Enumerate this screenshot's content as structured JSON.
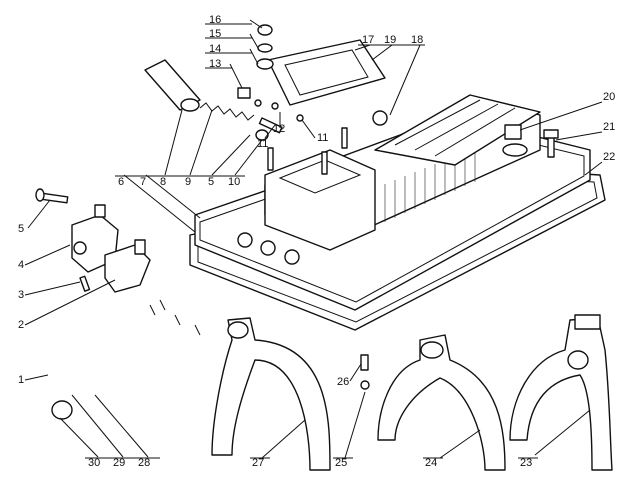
{
  "callouts": [
    {
      "id": "c1",
      "label": "1"
    },
    {
      "id": "c2",
      "label": "2"
    },
    {
      "id": "c3",
      "label": "3"
    },
    {
      "id": "c4",
      "label": "4"
    },
    {
      "id": "c5a",
      "label": "5"
    },
    {
      "id": "c5b",
      "label": "5"
    },
    {
      "id": "c6",
      "label": "6"
    },
    {
      "id": "c7",
      "label": "7"
    },
    {
      "id": "c8",
      "label": "8"
    },
    {
      "id": "c9",
      "label": "9"
    },
    {
      "id": "c10",
      "label": "10"
    },
    {
      "id": "c11a",
      "label": "11"
    },
    {
      "id": "c11b",
      "label": "11"
    },
    {
      "id": "c12",
      "label": "12"
    },
    {
      "id": "c13",
      "label": "13"
    },
    {
      "id": "c14",
      "label": "14"
    },
    {
      "id": "c15",
      "label": "15"
    },
    {
      "id": "c16",
      "label": "16"
    },
    {
      "id": "c17",
      "label": "17"
    },
    {
      "id": "c18",
      "label": "18"
    },
    {
      "id": "c19",
      "label": "19"
    },
    {
      "id": "c20",
      "label": "20"
    },
    {
      "id": "c21",
      "label": "21"
    },
    {
      "id": "c22",
      "label": "22"
    },
    {
      "id": "c23",
      "label": "23"
    },
    {
      "id": "c24",
      "label": "24"
    },
    {
      "id": "c25",
      "label": "25"
    },
    {
      "id": "c26",
      "label": "26"
    },
    {
      "id": "c27",
      "label": "27"
    },
    {
      "id": "c28",
      "label": "28"
    },
    {
      "id": "c29",
      "label": "29"
    },
    {
      "id": "c30",
      "label": "30"
    }
  ]
}
